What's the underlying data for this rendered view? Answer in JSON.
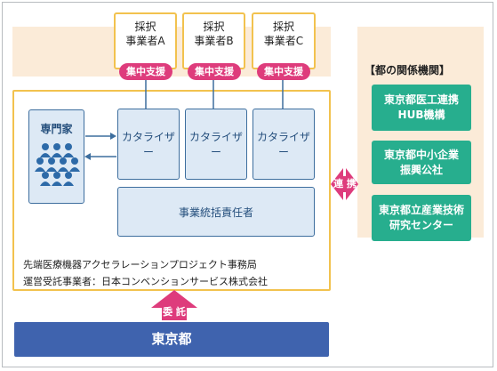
{
  "companies": [
    {
      "line1": "採択",
      "line2": "事業者A",
      "support": "集中支援"
    },
    {
      "line1": "採択",
      "line2": "事業者B",
      "support": "集中支援"
    },
    {
      "line1": "採択",
      "line2": "事業者C",
      "support": "集中支援"
    }
  ],
  "expert": {
    "label": "専門家"
  },
  "catalysts": [
    "カタライザー",
    "カタライザー",
    "カタライザー"
  ],
  "manager": {
    "label": "事業統括責任者"
  },
  "office": {
    "line1": "先端医療機器アクセラレーションプロジェクト事務局",
    "line2": "運営受託事業者：日本コンベンションサービス株式会社"
  },
  "delegation": {
    "label": "委 託"
  },
  "tokyo": {
    "label": "東京都"
  },
  "link": {
    "label": "連 携"
  },
  "related": {
    "title": "【都の関係機関】",
    "orgs": [
      {
        "line1": "東京都医工連携",
        "line2": "HUB機構"
      },
      {
        "line1": "東京都中小企業",
        "line2": "振興公社"
      },
      {
        "line1": "東京都立産業技術",
        "line2": "研究センター"
      }
    ]
  },
  "colors": {
    "band": "#fbebd8",
    "gold_border": "#f2c24e",
    "pink": "#de3c7c",
    "blue_box_fill": "#dde9f5",
    "blue_border": "#3d6e9e",
    "green": "#27ae8e",
    "navy": "#3f63ae"
  }
}
